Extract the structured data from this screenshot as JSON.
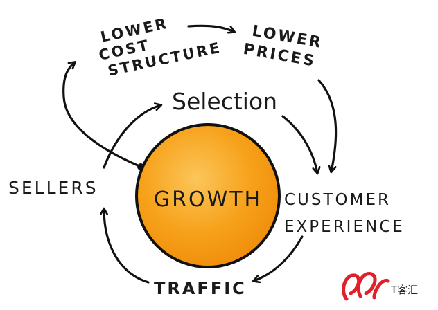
{
  "diagram": {
    "center": {
      "label": "GROWTH"
    },
    "nodes": {
      "lower_cost_structure": [
        "LOWER",
        "COST",
        "STRUCTURE"
      ],
      "lower_prices": [
        "LOWER",
        "PRICES"
      ],
      "selection": "Selection",
      "customer_experience": [
        "CUSTOMER",
        "EXPERIENCE"
      ],
      "traffic": "TRAFFIC",
      "sellers": "SELLERS"
    }
  },
  "watermark": {
    "text": "T客汇"
  },
  "colors": {
    "circle_fill": "#f7a11a",
    "circle_highlight": "#fbc65a",
    "circle_stroke": "#111111",
    "ink": "#111111",
    "watermark_red": "#e0202a"
  }
}
